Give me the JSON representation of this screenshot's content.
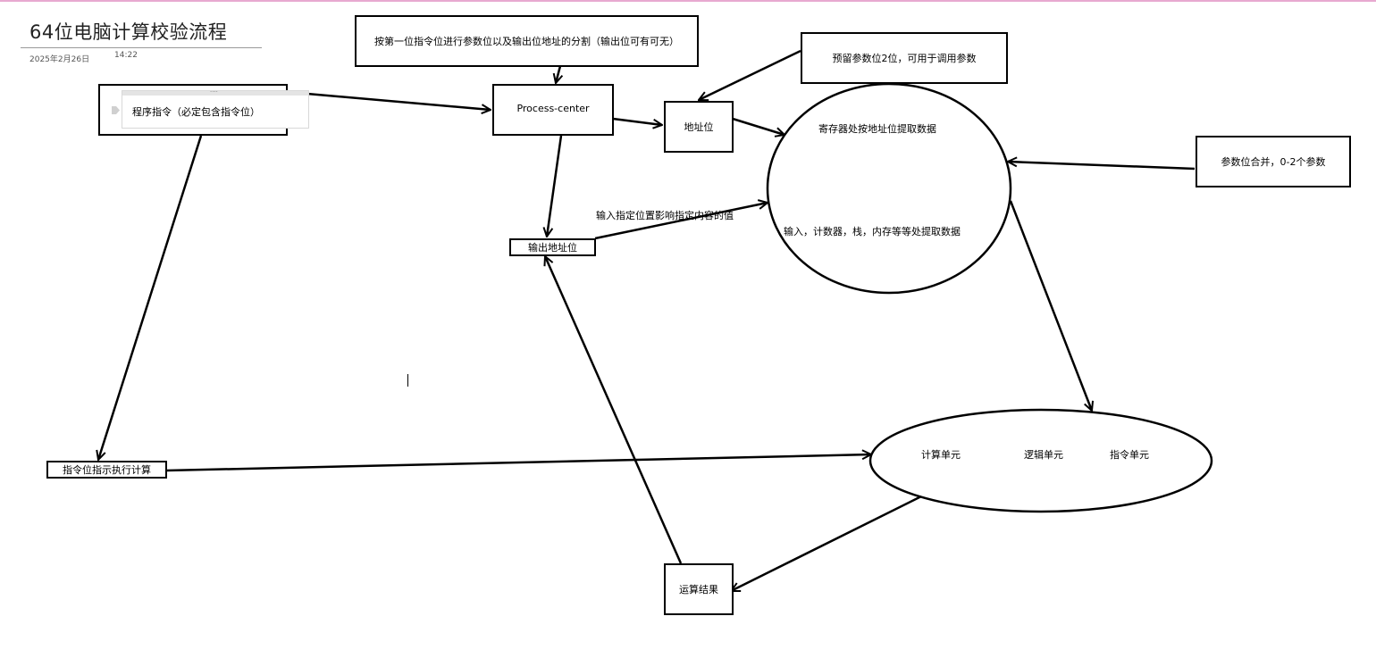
{
  "page": {
    "title": "64位电脑计算校验流程",
    "date": "2025年2月26日",
    "time": "14:22"
  },
  "nodes": {
    "program_instruction": "程序指令（必定包含指令位）",
    "split_note": "按第一位指令位进行参数位以及输出位地址的分割（输出位可有可无）",
    "process_center": "Process-center",
    "address_bits": "地址位",
    "reserved_params": "预留参数位2位，可用于调用参数",
    "param_merge": "参数位合并，0-2个参数",
    "register_fetch": "寄存器处按地址位提取数据",
    "input_fetch": "输入，计数器，栈，内存等等处提取数据",
    "output_address": "输出地址位",
    "output_influence": "输入指定位置影响指定内容的值",
    "instr_exec": "指令位指示执行计算",
    "compute_unit": "计算单元",
    "logic_unit": "逻辑单元",
    "instruction_unit": "指令单元",
    "result": "运算结果"
  }
}
